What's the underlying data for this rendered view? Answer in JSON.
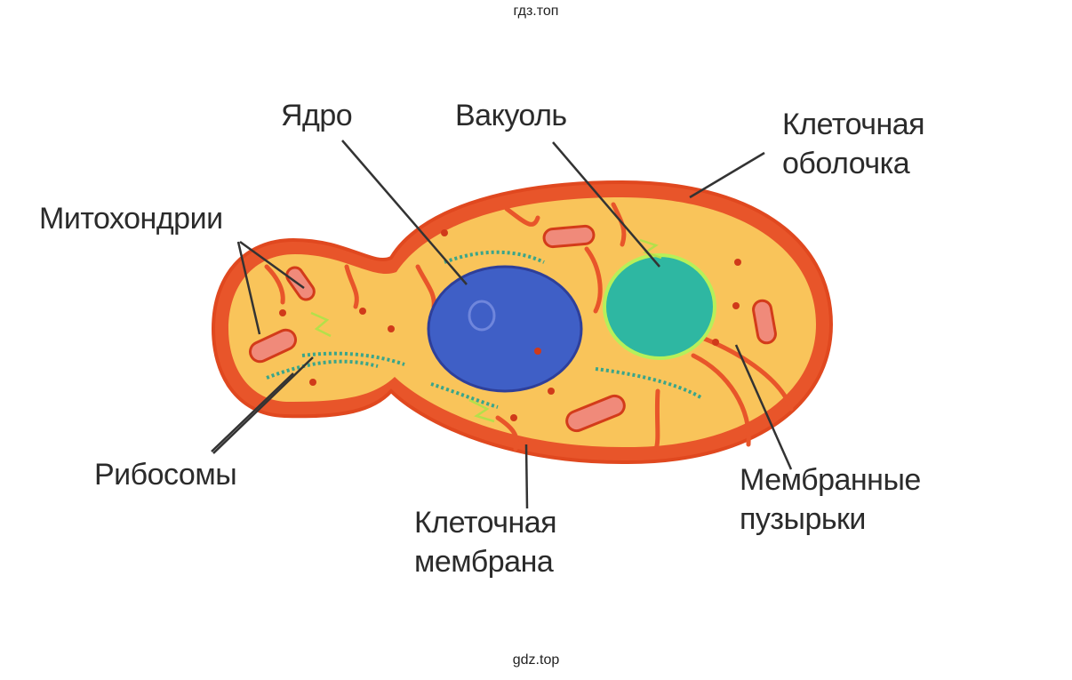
{
  "watermark_top": "гдз.топ",
  "watermark_bottom": "gdz.top",
  "labels": {
    "nucleus": "Ядро",
    "vacuole": "Вакуоль",
    "cell_wall": "Клеточная\nоболочка",
    "mitochondria": "Митохондрии",
    "ribosomes": "Рибосомы",
    "cell_membrane": "Клеточная\nмембрана",
    "vesicles": "Мембранные\nпузырьки"
  },
  "colors": {
    "wall": "#e8552a",
    "cytoplasm": "#f9c45a",
    "nucleus": "#3f5fc6",
    "vacuole": "#2eb7a2",
    "mitochondria": "#f08a7a",
    "ribosome": "#3aa58a",
    "line": "#333333"
  }
}
